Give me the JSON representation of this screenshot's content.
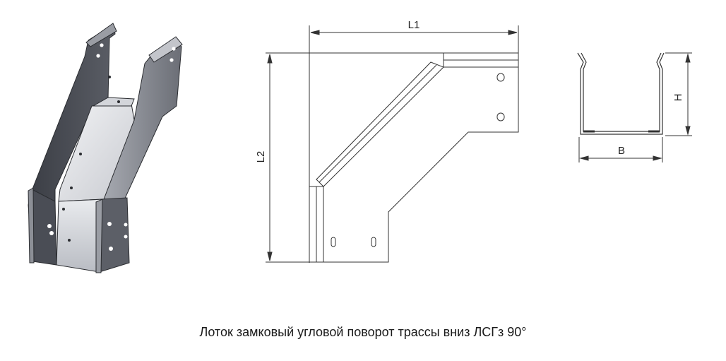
{
  "labels": {
    "l1": "L1",
    "l2": "L2",
    "h": "H",
    "b": "B"
  },
  "caption": "Лоток замковый угловой поворот трассы вниз ЛСГз 90°",
  "colors": {
    "line": "#333333",
    "metal_dark": "#4a4d55",
    "metal_mid": "#8a8d95",
    "metal_light": "#d9dbe0",
    "metal_face": "#eceef1"
  }
}
